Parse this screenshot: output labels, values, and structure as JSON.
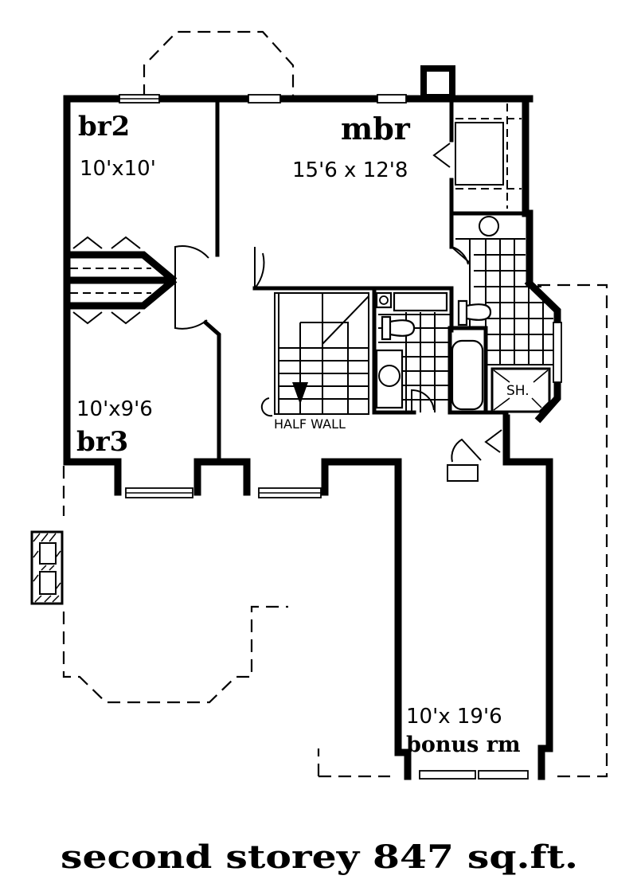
{
  "plan": {
    "title": "second storey",
    "area": "847 sq.ft.",
    "caption": "second storey 847 sq.ft."
  },
  "rooms": {
    "br2": {
      "name": "br2",
      "dimensions": "10'x10'"
    },
    "mbr": {
      "name": "mbr",
      "dimensions": "15'6 x 12'8"
    },
    "br3": {
      "name": "br3",
      "dimensions": "10'x9'6"
    },
    "bonus": {
      "name": "bonus rm",
      "dimensions": "10'x 19'6"
    }
  },
  "annotations": {
    "half_wall": "HALF WALL",
    "shower": "SH."
  },
  "colors": {
    "ink": "#000000",
    "paper": "#ffffff"
  }
}
